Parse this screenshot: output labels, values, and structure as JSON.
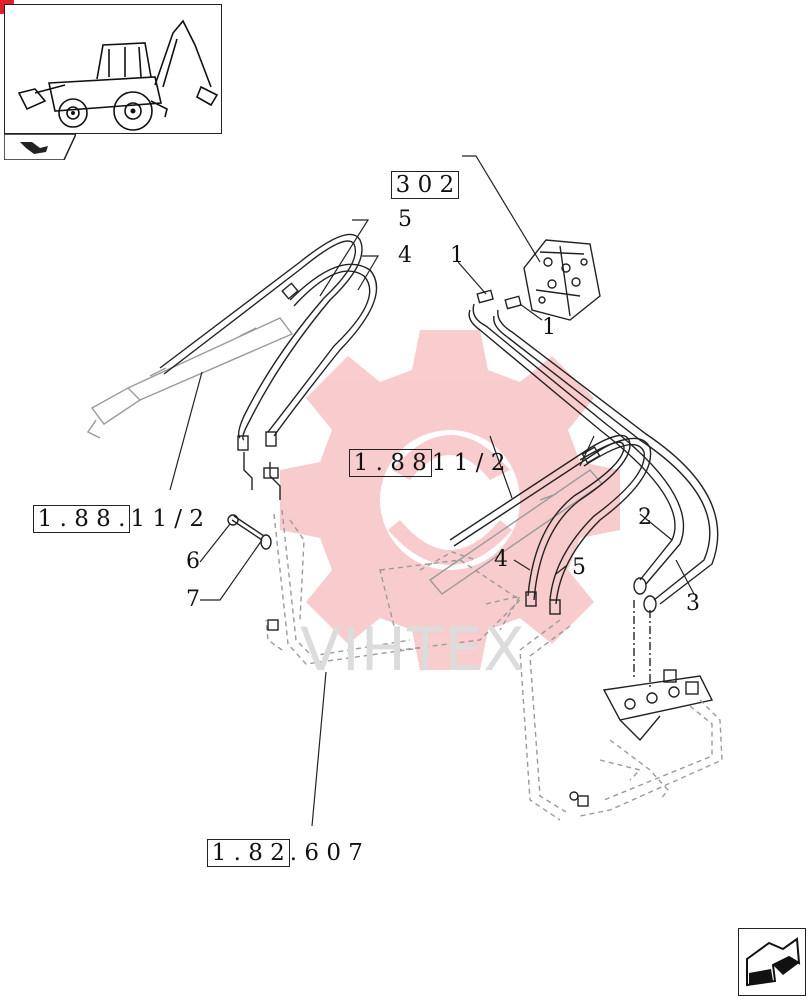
{
  "refs": {
    "r302": "3 0 2",
    "r188a_box": "1 . 8 8 .",
    "r188a_tail": "1 1 / 2",
    "r188b_box": "1 . 8 8",
    "r188b_tail": "1 1 / 2",
    "r182_box": "1 . 8 2",
    "r182_tail": ". 6 0 7"
  },
  "callouts": {
    "c5_top": "5",
    "c4_top": "4",
    "c1_top": "1",
    "c1_bottom": "1",
    "c2_right": "2",
    "c3_right": "3",
    "c4_mid": "4",
    "c5_mid": "5",
    "c6": "6",
    "c7": "7"
  },
  "watermark": "VIHTEX",
  "colors": {
    "line": "#222222",
    "light": "#9a9a9a",
    "logo": "#e8484f",
    "accent": "#e0202a"
  }
}
